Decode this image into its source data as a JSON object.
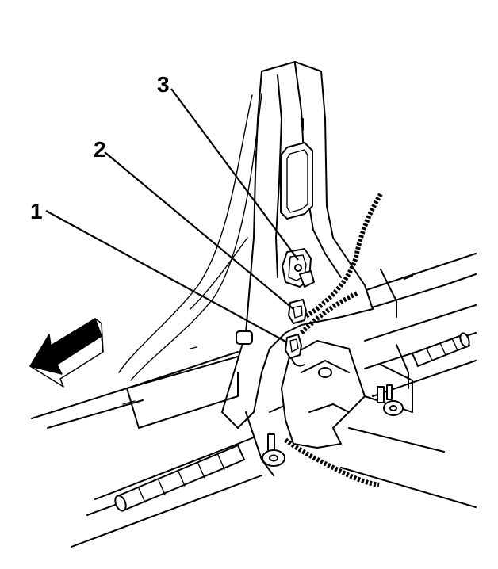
{
  "callouts": [
    {
      "id": "1",
      "label": "1"
    },
    {
      "id": "2",
      "label": "2"
    },
    {
      "id": "3",
      "label": "3"
    }
  ],
  "direction_arrow": {
    "icon": "forward-arrow-icon"
  }
}
